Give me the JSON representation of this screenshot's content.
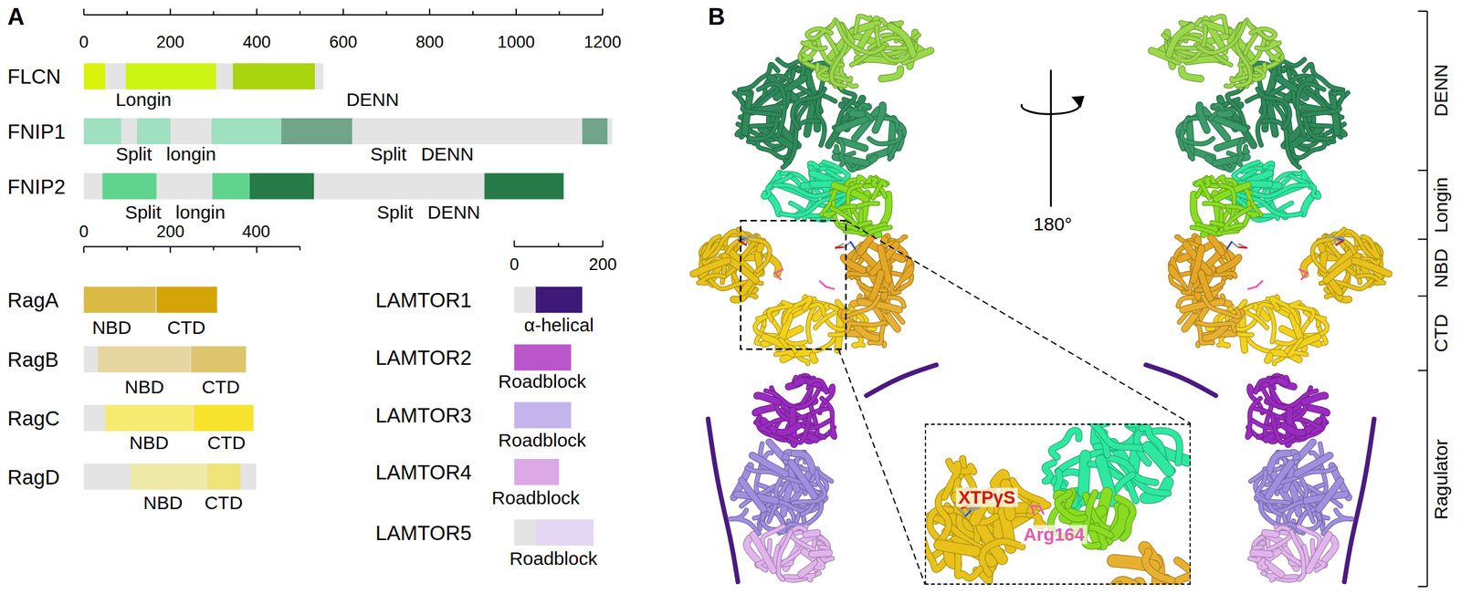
{
  "diagram": {
    "nodes": [
      {
        "text": [
          "XTPγS",
          "Arg164"
        ]
      }
    ],
    "labels": [
      "A",
      "0",
      "200",
      "400",
      "600",
      "800",
      "1000",
      "1200",
      "FLCN",
      "Longin",
      "DENN",
      "FNIP1",
      "Split longin",
      "Split DENN",
      "FNIP2",
      "Split longin",
      "Split DENN",
      "0",
      "200",
      "400",
      "RagA",
      "NBD",
      "CTD",
      "RagB",
      "NBD",
      "CTD",
      "RagC",
      "NBD",
      "CTD",
      "RagD",
      "NBD",
      "CTD",
      "0",
      "200",
      "LAMTOR1",
      "α-helical",
      "LAMTOR2",
      "Roadblock",
      "LAMTOR3",
      "Roadblock",
      "LAMTOR4",
      "Roadblock",
      "LAMTOR5",
      "Roadblock",
      "B",
      "180°",
      "DENN",
      "Longin",
      "NBD",
      "CTD",
      "Ragulator"
    ]
  }
}
